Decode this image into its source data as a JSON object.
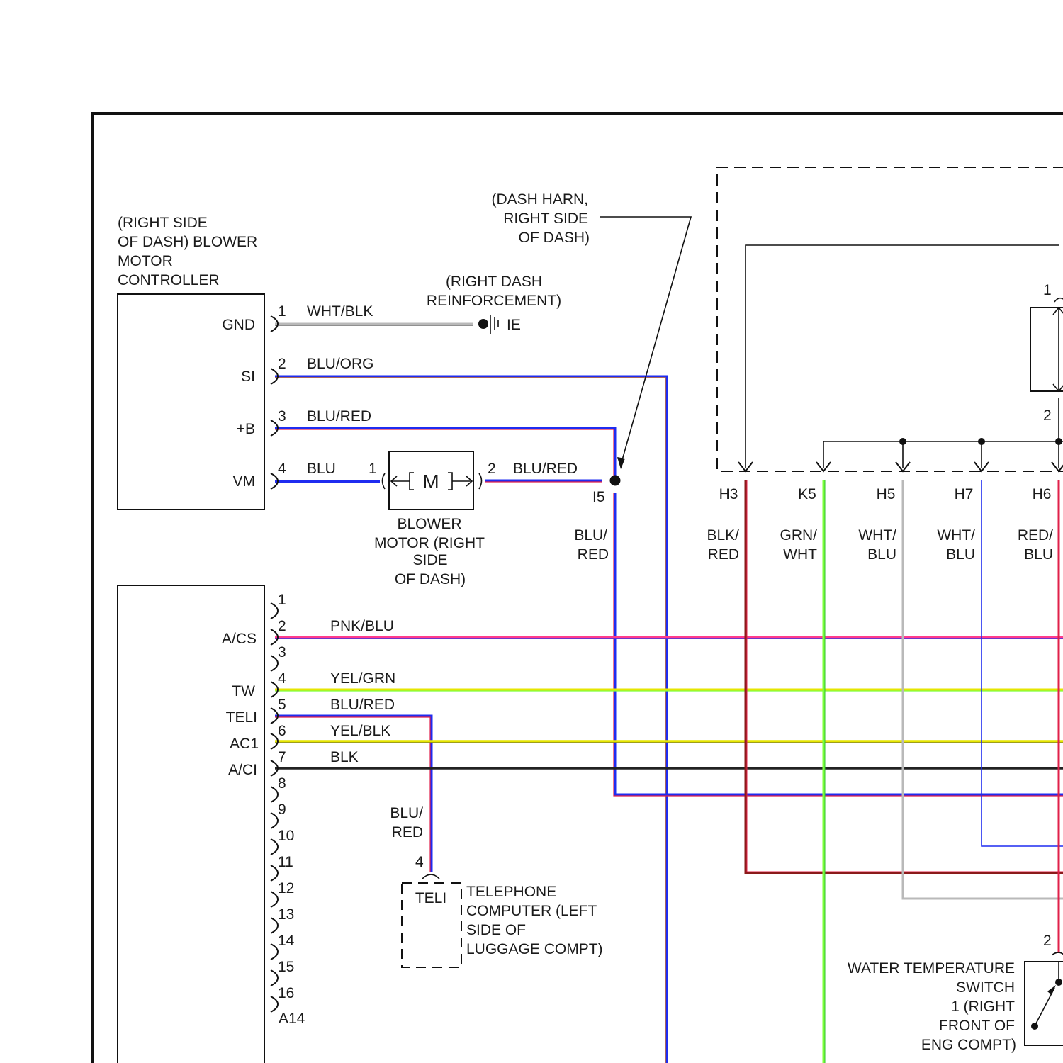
{
  "colors": {
    "BLU": "#1f2cf0",
    "RED": "#e0204a",
    "ORG": "#ff8a00",
    "WHT": "#b9b9b9",
    "BLK": "#222222",
    "GRN": "#2ec02e",
    "YEL": "#e6e600",
    "PNK": "#ff3c8c",
    "BRN_RED": "#8b1a1a",
    "LIME": "#7cff3c"
  },
  "blower_controller": {
    "title_lines": [
      "(RIGHT SIDE",
      "OF DASH) BLOWER",
      "MOTOR",
      "CONTROLLER"
    ],
    "pins": [
      {
        "num": "1",
        "name": "GND",
        "wire": "WHT/BLK"
      },
      {
        "num": "2",
        "name": "SI",
        "wire": "BLU/ORG"
      },
      {
        "num": "3",
        "name": "+B",
        "wire": "BLU/RED"
      },
      {
        "num": "4",
        "name": "VM",
        "wire": "BLU"
      }
    ]
  },
  "ground": {
    "label_lines": [
      "(RIGHT DASH",
      "REINFORCEMENT)"
    ],
    "id": "IE"
  },
  "dash_harness": {
    "label_lines": [
      "(DASH HARN,",
      "RIGHT SIDE",
      "OF DASH)"
    ],
    "junction": "I5",
    "down_wire_lines": [
      "BLU/",
      "RED"
    ]
  },
  "blower_motor": {
    "symbol": "M",
    "pin_in": "1",
    "pin_out": "2",
    "out_wire": "BLU/RED",
    "label_lines": [
      "BLOWER",
      "MOTOR (RIGHT",
      "SIDE",
      "OF DASH)"
    ]
  },
  "ecu": {
    "connector": "A14",
    "pins": [
      {
        "num": "1",
        "name": "",
        "wire": ""
      },
      {
        "num": "2",
        "name": "A/CS",
        "wire": "PNK/BLU"
      },
      {
        "num": "3",
        "name": "",
        "wire": ""
      },
      {
        "num": "4",
        "name": "TW",
        "wire": "YEL/GRN"
      },
      {
        "num": "5",
        "name": "TELI",
        "wire": "BLU/RED"
      },
      {
        "num": "6",
        "name": "AC1",
        "wire": "YEL/BLK"
      },
      {
        "num": "7",
        "name": "A/CI",
        "wire": "BLK"
      },
      {
        "num": "8",
        "name": "",
        "wire": ""
      },
      {
        "num": "9",
        "name": "",
        "wire": ""
      },
      {
        "num": "10",
        "name": "",
        "wire": ""
      },
      {
        "num": "11",
        "name": "",
        "wire": ""
      },
      {
        "num": "12",
        "name": "",
        "wire": ""
      },
      {
        "num": "13",
        "name": "",
        "wire": ""
      },
      {
        "num": "14",
        "name": "",
        "wire": ""
      },
      {
        "num": "15",
        "name": "",
        "wire": ""
      },
      {
        "num": "16",
        "name": "",
        "wire": ""
      }
    ]
  },
  "telephone": {
    "pin": "4",
    "box_label": "TELI",
    "wire_lines": [
      "BLU/",
      "RED"
    ],
    "label_lines": [
      "TELEPHONE",
      "COMPUTER (LEFT",
      "SIDE OF",
      "LUGGAGE COMPT)"
    ]
  },
  "harness_connectors": [
    {
      "id": "H3",
      "wire_lines": [
        "BLK/",
        "RED"
      ]
    },
    {
      "id": "K5",
      "wire_lines": [
        "GRN/",
        "WHT"
      ]
    },
    {
      "id": "H5",
      "wire_lines": [
        "WHT/",
        "BLU"
      ]
    },
    {
      "id": "H7",
      "wire_lines": [
        "WHT/",
        "BLU"
      ]
    },
    {
      "id": "H6",
      "wire_lines": [
        "RED/",
        "BLU"
      ]
    }
  ],
  "right_component": {
    "pin_top": "1",
    "pin_bottom": "2"
  },
  "water_temp_switch": {
    "pin": "2",
    "label_lines": [
      "WATER TEMPERATURE",
      "SWITCH",
      "1 (RIGHT",
      "FRONT OF",
      "ENG COMPT)"
    ]
  }
}
